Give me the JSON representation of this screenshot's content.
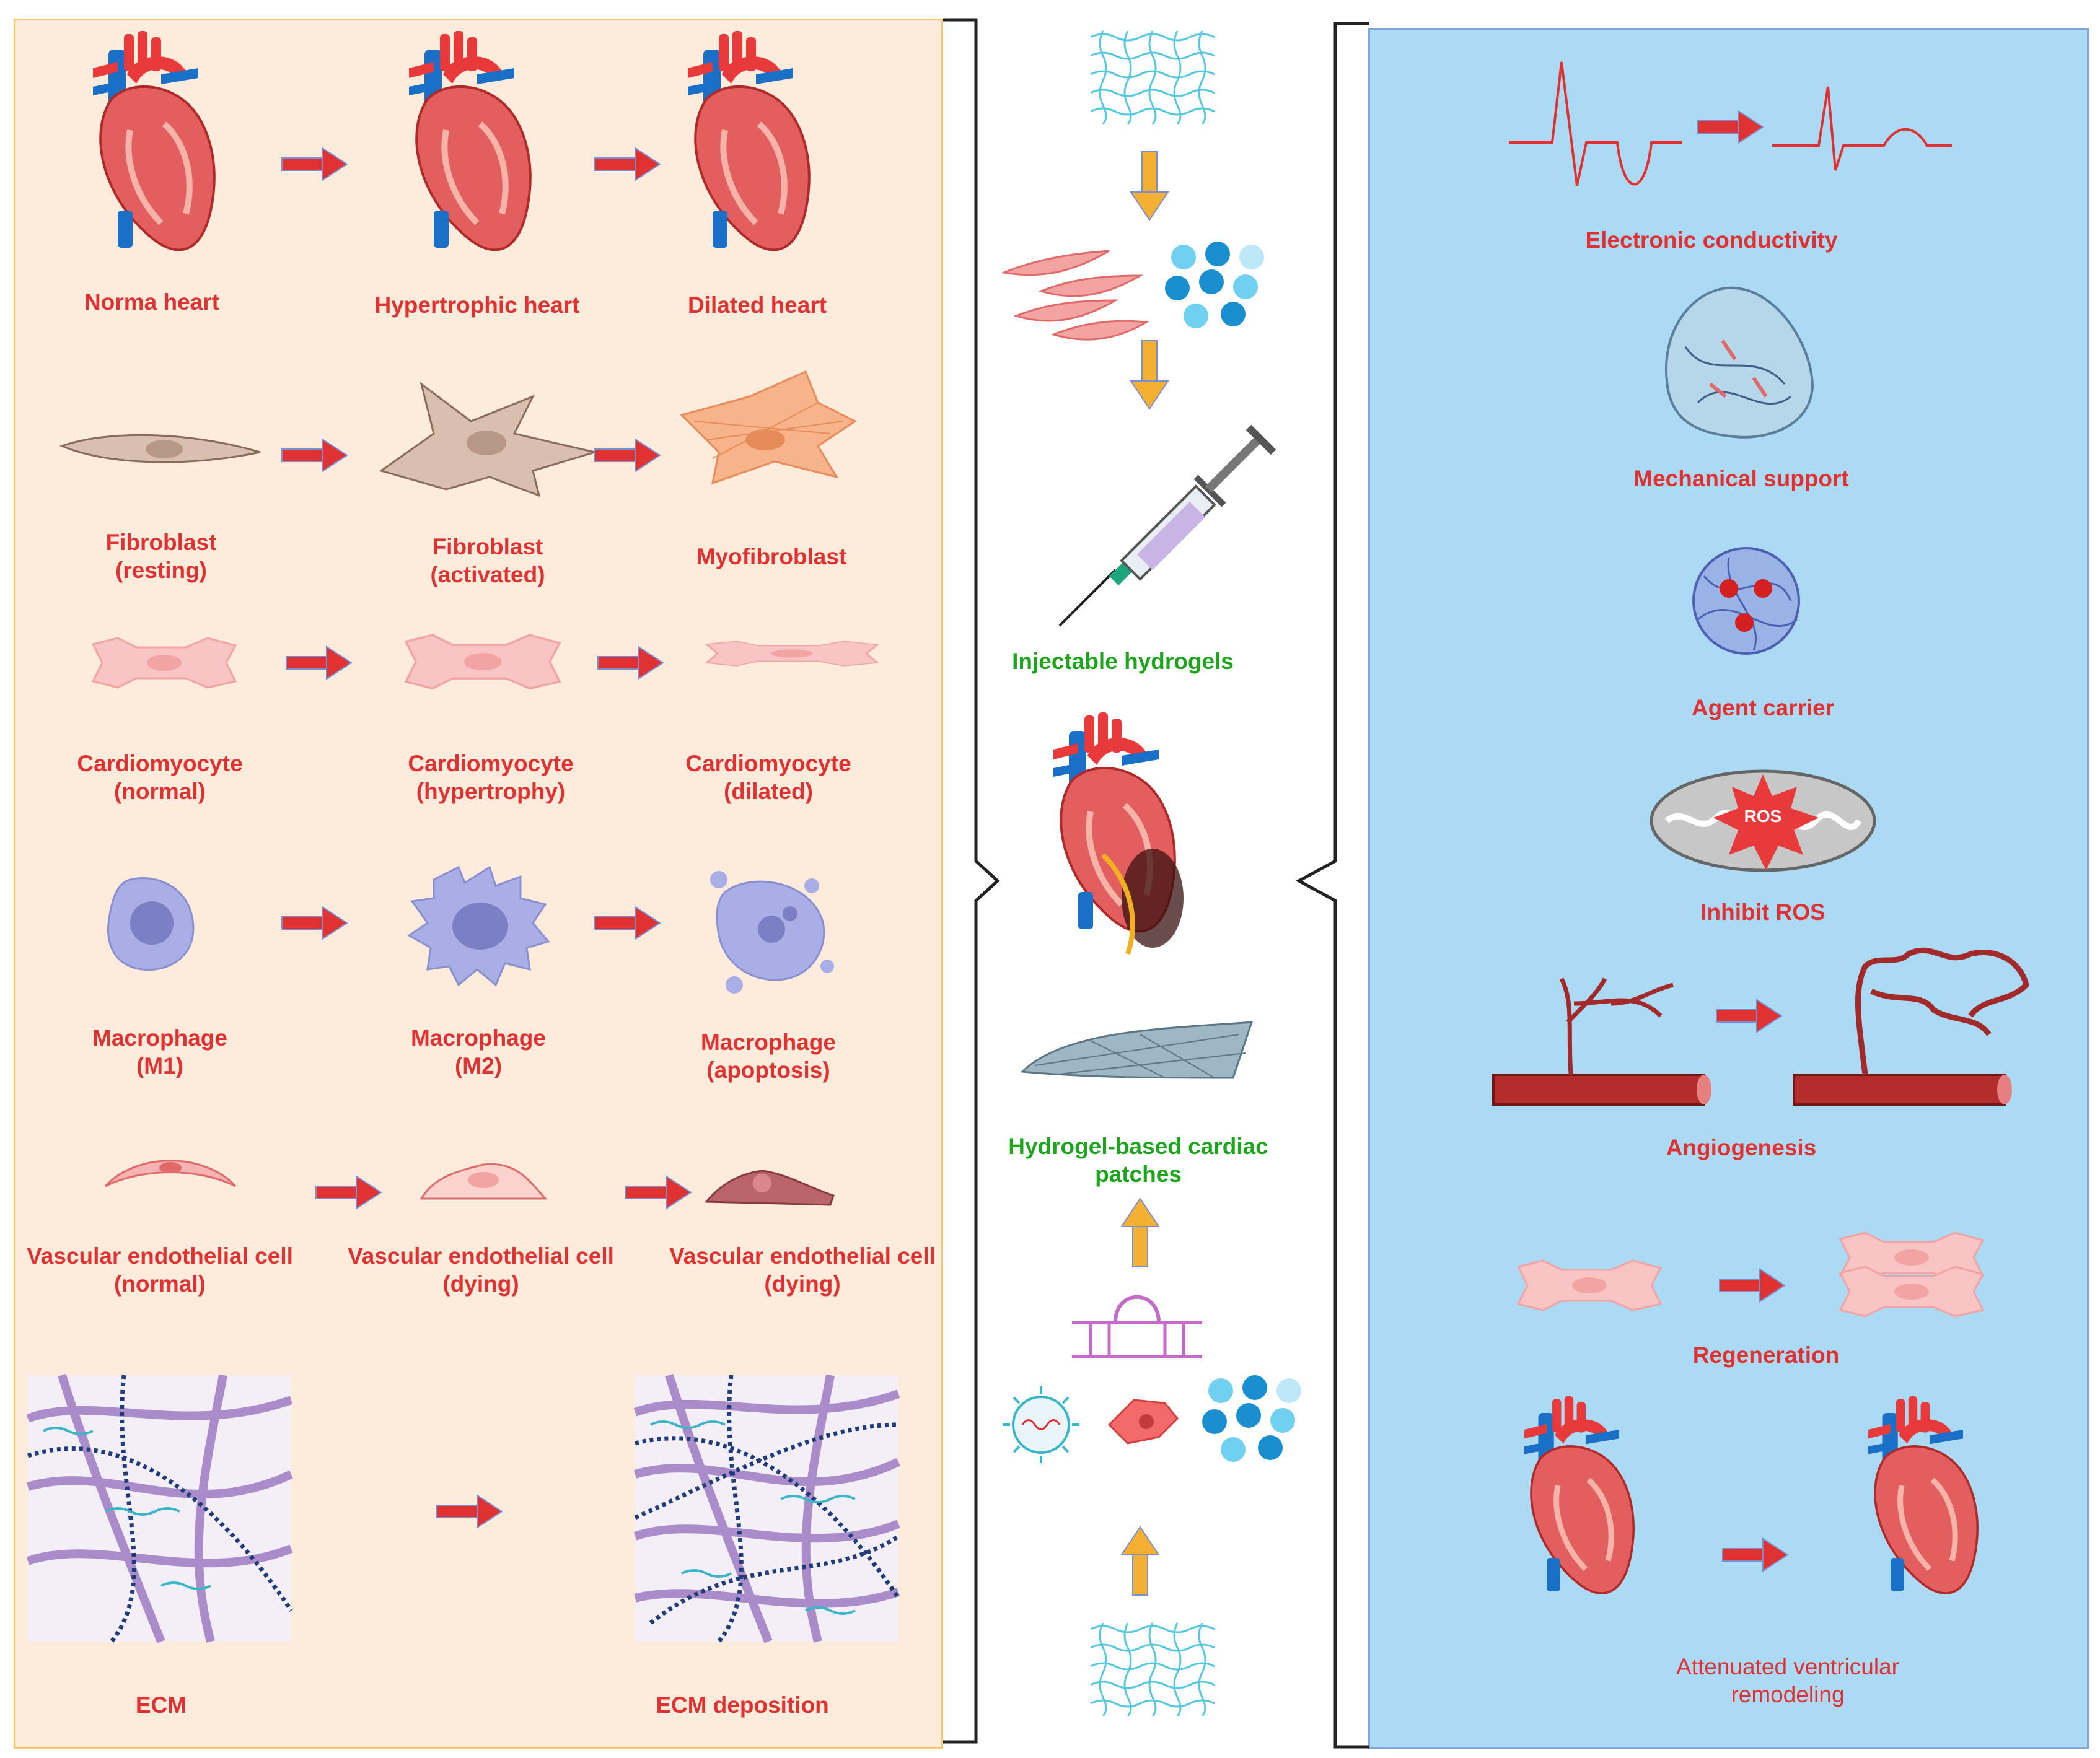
{
  "colors": {
    "left_panel_bg": "#fdecdc",
    "right_panel_bg": "#acd9f3",
    "label_red": "#e03232",
    "label_green": "#1ea51e",
    "arrow_red": "#e03232",
    "arrow_orange": "#f3b033"
  },
  "left": {
    "heart_normal": [
      "Norma heart"
    ],
    "heart_hyper": [
      "Hypertrophic heart"
    ],
    "heart_dilated": [
      "Dilated heart"
    ],
    "fib_rest": [
      "Fibroblast",
      "(resting)"
    ],
    "fib_act": [
      "Fibroblast",
      "(activated)"
    ],
    "myofib": [
      "Myofibroblast"
    ],
    "cm_norm": [
      "Cardiomyocyte",
      "(normal)"
    ],
    "cm_hyp": [
      "Cardiomyocyte",
      "(hypertrophy)"
    ],
    "cm_dil": [
      "Cardiomyocyte",
      "(dilated)"
    ],
    "mac_m1": [
      "Macrophage",
      "(M1)"
    ],
    "mac_m2": [
      "Macrophage",
      "(M2)"
    ],
    "mac_apo": [
      "Macrophage",
      "(apoptosis)"
    ],
    "vec_norm": [
      "Vascular endothelial cell",
      "(normal)"
    ],
    "vec_dying1": [
      "Vascular endothelial cell",
      "(dying)"
    ],
    "vec_dying2": [
      "Vascular endothelial cell",
      "(dying)"
    ],
    "ecm": [
      "ECM"
    ],
    "ecm_dep": [
      "ECM deposition"
    ]
  },
  "center": {
    "injectable": [
      "Injectable hydrogels"
    ],
    "patches": [
      "Hydrogel-based cardiac",
      "patches"
    ]
  },
  "right": {
    "conductivity": [
      "Electronic conductivity"
    ],
    "mechanical": [
      "Mechanical support"
    ],
    "carrier": [
      "Agent carrier"
    ],
    "ros_label": [
      "Inhibit ROS"
    ],
    "ros_text": "ROS",
    "angio": [
      "Angiogenesis"
    ],
    "regen": [
      "Regeneration"
    ],
    "remodel": [
      "Attenuated ventricular",
      "remodeling"
    ]
  }
}
